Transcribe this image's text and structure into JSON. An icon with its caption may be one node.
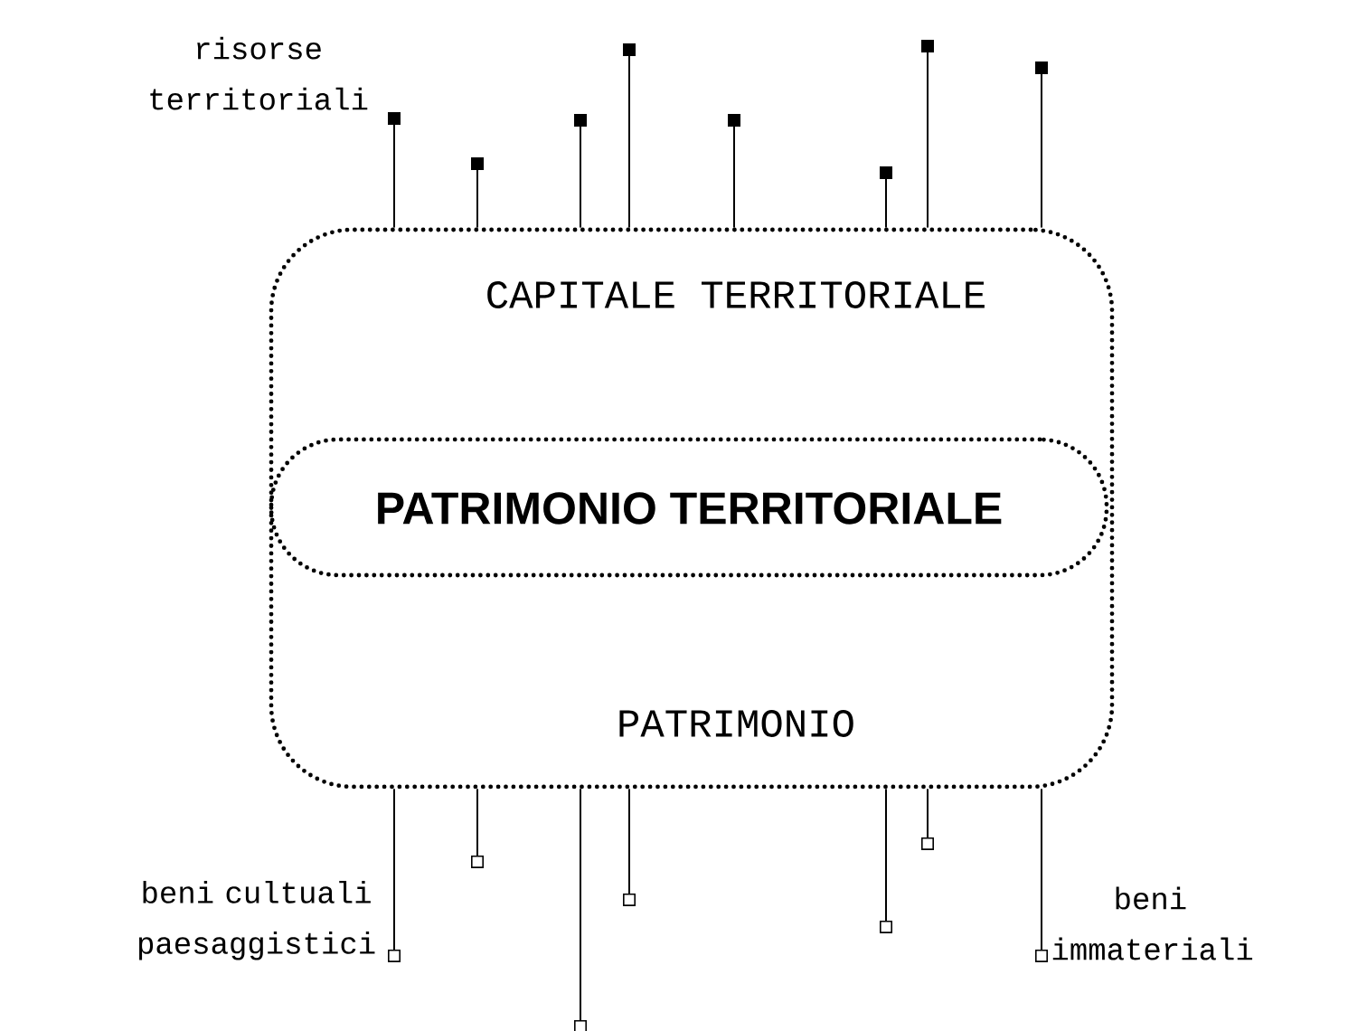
{
  "diagram": {
    "nodes": [
      {
        "text": [
          "CAPITALE TERRITORIALE",
          "PATRIMONIO"
        ]
      },
      {
        "text": [
          "PATRIMONIO TERRITORIALE"
        ],
        "in": 0
      },
      {
        "text": [
          "risorse territoriali"
        ]
      },
      {
        "text": [
          "beni cultuali paesaggistici"
        ]
      },
      {
        "text": [
          "beni immateriali"
        ]
      }
    ],
    "edges": [
      {
        "from": 0,
        "to": 2,
        "arrow": "other"
      },
      {
        "from": 0,
        "to": null,
        "arrow": "other"
      },
      {
        "from": 0,
        "to": null,
        "arrow": "other"
      },
      {
        "from": 0,
        "to": null,
        "arrow": "other"
      },
      {
        "from": 0,
        "to": null,
        "arrow": "other"
      },
      {
        "from": 0,
        "to": null,
        "arrow": "other"
      },
      {
        "from": 0,
        "to": null,
        "arrow": "other"
      },
      {
        "from": 0,
        "to": null,
        "arrow": "other"
      },
      {
        "from": 0,
        "to": 3,
        "arrow": "other"
      },
      {
        "from": 0,
        "to": null,
        "arrow": "other"
      },
      {
        "from": 0,
        "to": null,
        "arrow": "other"
      },
      {
        "from": 0,
        "to": null,
        "arrow": "other"
      },
      {
        "from": 0,
        "to": null,
        "arrow": "other"
      },
      {
        "from": 0,
        "to": null,
        "arrow": "other"
      },
      {
        "from": 0,
        "to": 4,
        "arrow": "other"
      }
    ]
  }
}
